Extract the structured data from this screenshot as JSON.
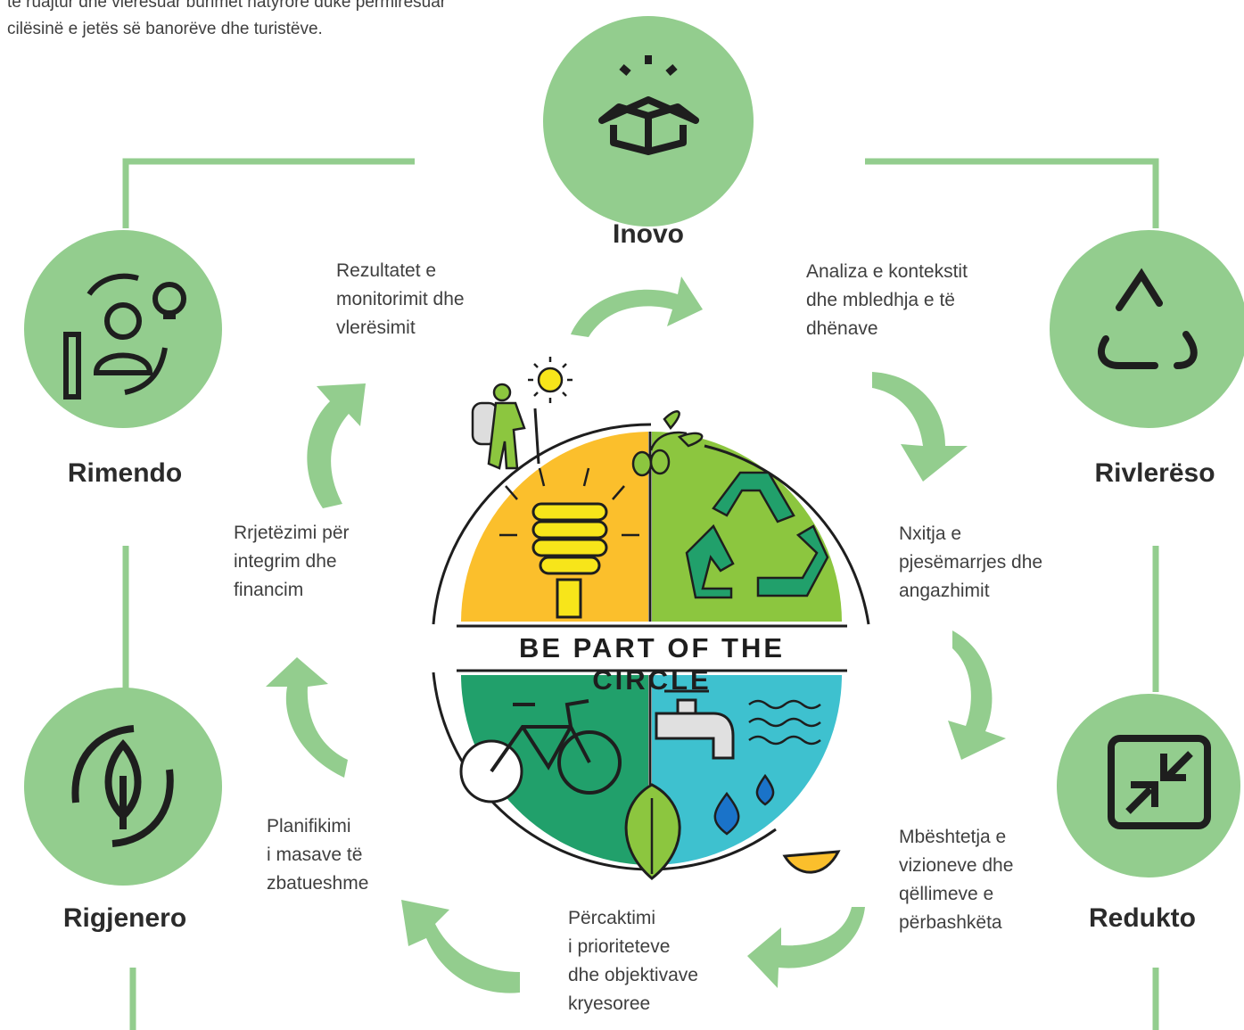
{
  "intro_text": "të ruajtur dhe vlerësuar burimet natyrore duke përmirësuar\ncilësinë e jetës së banorëve dhe turistëve.",
  "center": {
    "title": "BE PART OF THE CIRCLE"
  },
  "nodes": {
    "top": {
      "label": "Inovo",
      "icon": "open-box-icon"
    },
    "left_upper": {
      "label": "Rimendo",
      "icon": "ideas-person-icon"
    },
    "left_lower": {
      "label": "Rigjenero",
      "icon": "regenerate-leaf-icon"
    },
    "right_upper": {
      "label": "Rivlerëso",
      "icon": "recycle-icon"
    },
    "right_lower": {
      "label": "Redukto",
      "icon": "reduce-arrows-icon"
    }
  },
  "steps": [
    {
      "text": "Analiza e kontekstit\ndhe mbledhja e të\ndhënave"
    },
    {
      "text": "Nxitja e\npjesëmarrjes dhe\nangazhimit"
    },
    {
      "text": "Mbështetja e\nvizioneve dhe\nqëllimeve e\npërbashkëta"
    },
    {
      "text": "Përcaktimi\ni  prioriteteve\ndhe objektivave\nkryesoree"
    },
    {
      "text": "Planifikimi\ni masave të\nzbatueshme"
    },
    {
      "text": "Rrjetëzimi për\nintegrim dhe\nfinancim"
    },
    {
      "text": "Rezultatet e\nmonitorimit dhe\nvlerësimit"
    }
  ],
  "colors": {
    "node_green": "#93cd8e",
    "arrow_green": "#93cd8e",
    "line_green": "#93cd8e",
    "yellow": "#fbbf2c",
    "lime": "#8cc63f",
    "teal_green": "#21a06b",
    "cyan": "#3ec1cf"
  }
}
